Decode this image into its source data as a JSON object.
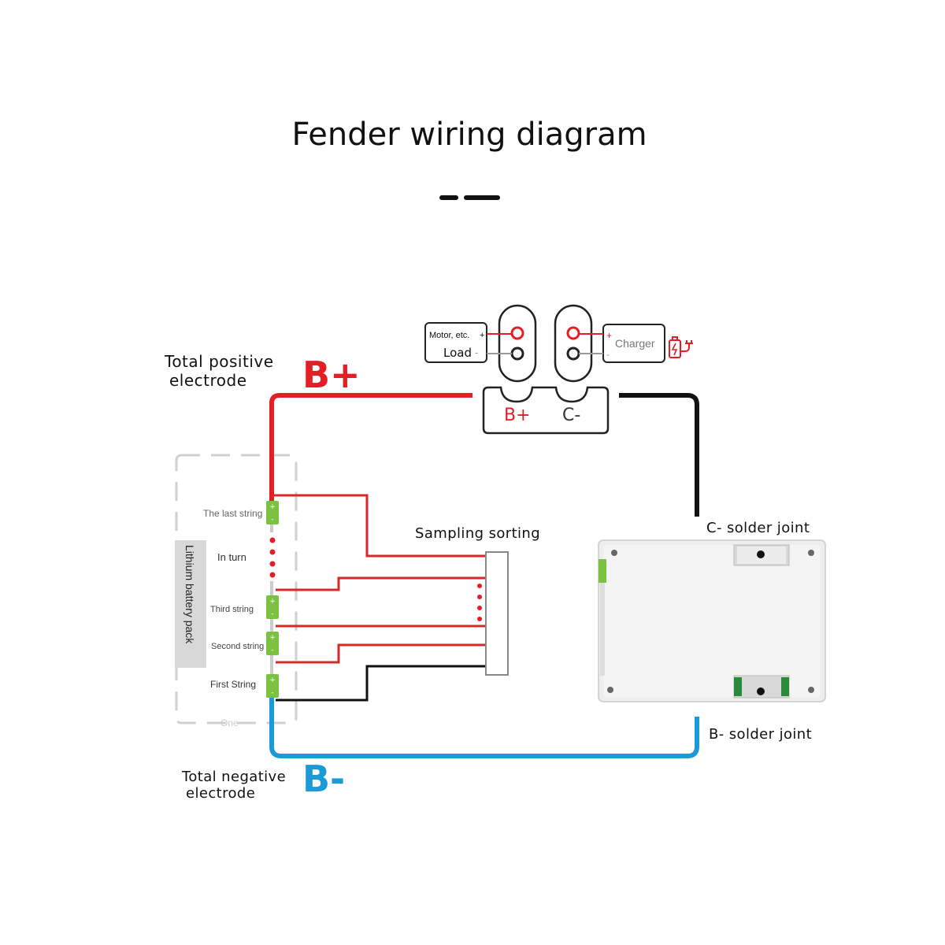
{
  "title": "Fender wiring diagram",
  "labels": {
    "total_positive": [
      "Total positive",
      "electrode"
    ],
    "total_negative": [
      "Total negative",
      "electrode"
    ],
    "b_plus": "B+",
    "b_minus": "B-",
    "port_b_plus": "B+",
    "port_c_minus": "C-",
    "load_top": "Motor, etc.",
    "load_bottom": "Load",
    "load_plus": "+",
    "load_minus": "-",
    "charger": "Charger",
    "charger_plus": "+",
    "charger_minus": "-",
    "sampling": "Sampling sorting",
    "c_joint": "C- solder joint",
    "b_joint": "B- solder joint",
    "battery_pack": "Lithium battery pack",
    "cell_plus": "+",
    "cell_minus": "-",
    "strings": {
      "last": "The last string",
      "in_turn": "In turn",
      "third": "Third string",
      "second": "Second string",
      "first": "First String",
      "one": "One"
    }
  },
  "icons": [
    "charging-battery-icon"
  ],
  "colors": {
    "positive": "#e41e25",
    "negative": "#1a9ad6",
    "black": "#111111",
    "cell": "#7cc242",
    "board": "#eeeeee"
  }
}
